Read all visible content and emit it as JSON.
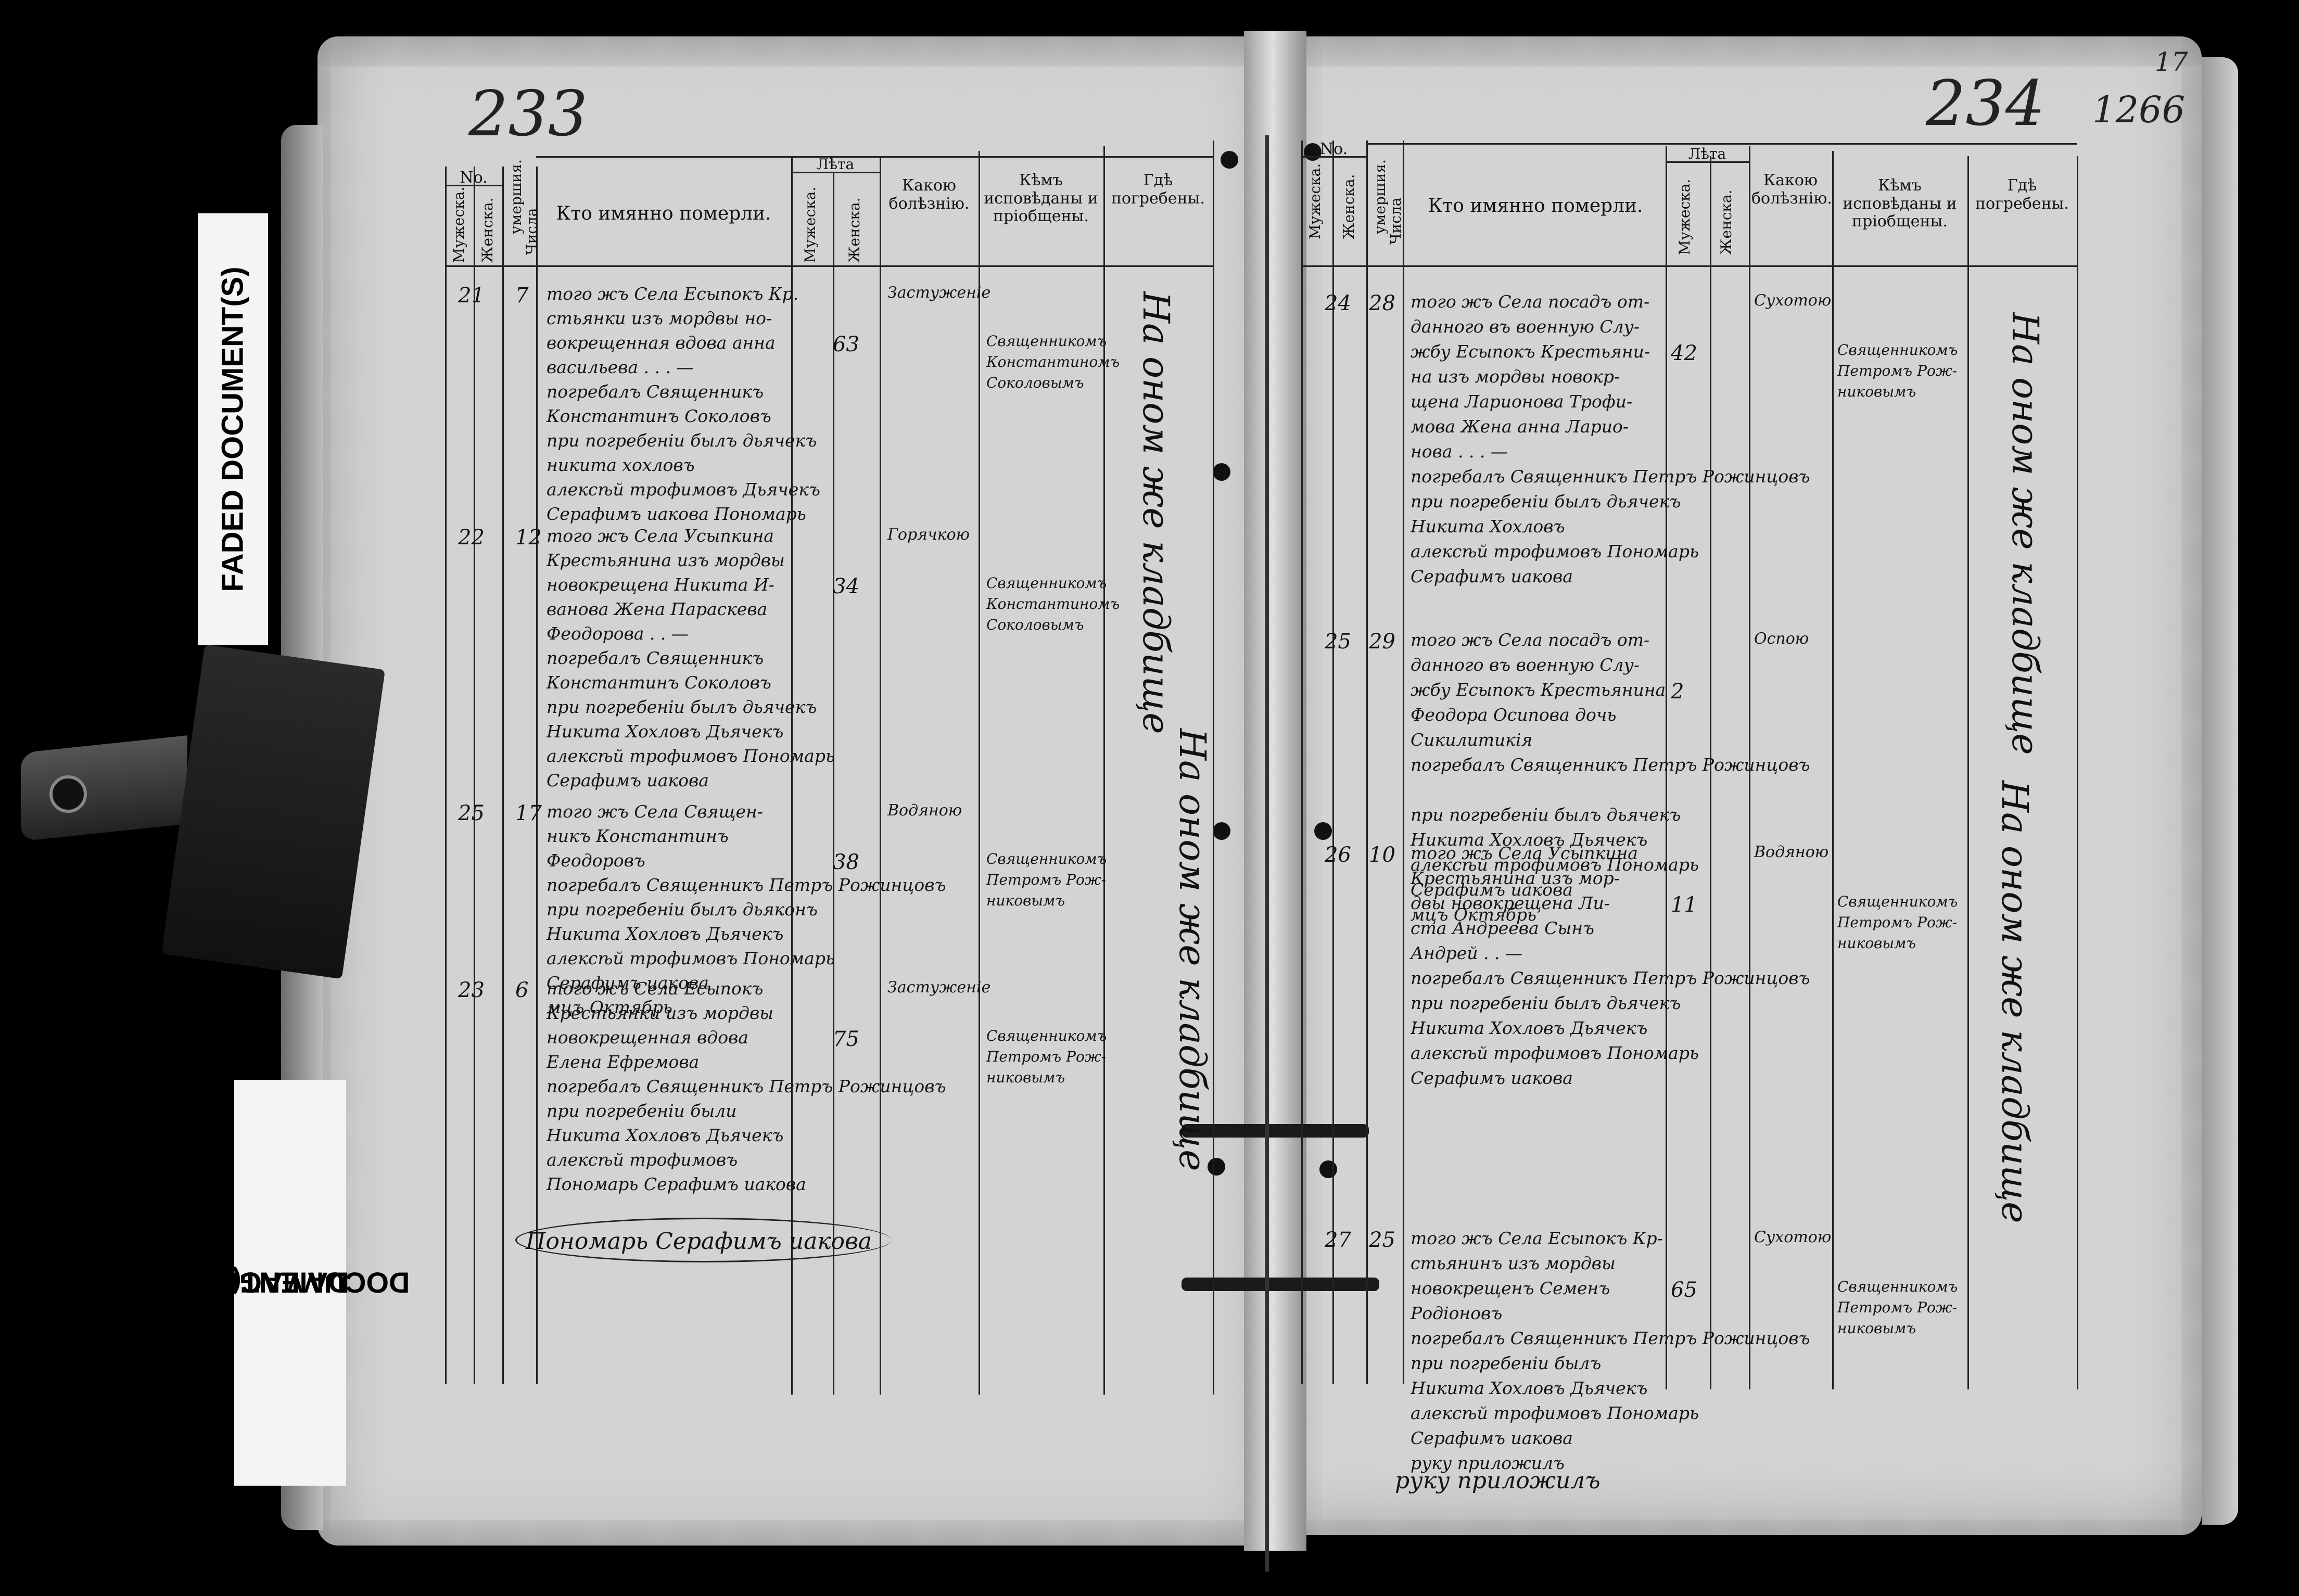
{
  "labels": {
    "faded": "FADED DOCUMENT(S)",
    "damaged_line1": "DAMAGED",
    "damaged_line2": "DOCUMENT(S)"
  },
  "folios": {
    "left": "233",
    "right": "234",
    "right_stamp": "1266",
    "corner": "17"
  },
  "headers": {
    "no": "No.",
    "male": "Мужеска.",
    "female": "Женска.",
    "died_date": "умершия.",
    "date_word": "Числа",
    "who": "Кто имянно померли.",
    "years": "Лѣта",
    "years_male": "Мужеска.",
    "years_female": "Женска.",
    "disease": "Какою болѣзнію.",
    "confessed": "Кѣмъ исповѣданы и пріобщены.",
    "buried": "Гдѣ погребены."
  },
  "left_entries": [
    {
      "num": "21",
      "day": "7",
      "lines": [
        "того жъ Села Есыпокъ Кр.",
        "стьянки изъ мордвы но-",
        "вокрещенная вдова анна",
        "васильева .   .   .   —",
        "погребалъ Священникъ",
        "Константинъ Соколовъ",
        "при погребеніи былъ дьячекъ",
        "никита хохловъ",
        "алексѣй трофимовъ  Дьячекъ",
        "Серафимъ иакова   Пономарь"
      ],
      "age": "63",
      "disease": "Застуженіе",
      "confessed": [
        "Священникомъ",
        "Константиномъ",
        "Соколовымъ"
      ]
    },
    {
      "num": "22",
      "day": "12",
      "lines": [
        "того жъ Села Усыпкина",
        "Крестьянина изъ мордвы",
        "новокрещена Никита И-",
        "ванова Жена Параскева",
        "Феодорова .   .   —",
        "погребалъ Священникъ",
        "Константинъ Соколовъ",
        "при погребеніи былъ дьячекъ",
        "Никита Хохловъ  Дьячекъ",
        "алексѣй трофимовъ  Пономарь",
        "Серафимъ иакова"
      ],
      "age": "34",
      "disease": "Горячкою",
      "confessed": [
        "Священникомъ",
        "Константиномъ",
        "Соколовымъ"
      ]
    },
    {
      "num": "25",
      "day": "17",
      "lines": [
        "того жъ Села Священ-",
        "никъ Константинъ",
        "Феодоровъ",
        "погребалъ Священникъ Петръ Рожинцовъ",
        "при погребеніи былъ дьяконъ",
        "Никита Хохловъ  Дьячекъ",
        "алексѣй трофимовъ  Пономарь",
        "Серафимъ иакова",
        "мцъ Октябрь"
      ],
      "age": "38",
      "disease": "Водяною",
      "confessed": [
        "Священникомъ",
        "Петромъ Рож-",
        "никовымъ"
      ]
    },
    {
      "num": "23",
      "day": "6",
      "lines": [
        "того жъ Села Есыпокъ",
        "Крестьянки изъ мордвы",
        "новокрещенная вдова",
        "Елена Ефремова",
        "погребалъ Священникъ Петръ Рожинцовъ",
        "при погребеніи были",
        "Никита Хохловъ Дьячекъ",
        "алексѣй трофимовъ",
        "Пономарь Серафимъ иакова"
      ],
      "age": "75",
      "disease": "Застуженіе",
      "confessed": [
        "Священникомъ",
        "Петромъ Рож-",
        "никовымъ"
      ]
    }
  ],
  "right_entries": [
    {
      "num": "24",
      "day": "28",
      "lines": [
        "того жъ Села посадъ от-",
        "данного въ военную Слу-",
        "жбу Есыпокъ Крестьяни-",
        "на изъ мордвы новокр-",
        "щена Ларионова Трофи-",
        "мова Жена анна Ларио-",
        "нова .   .   .   —",
        "погребалъ Священникъ Петръ Рожинцовъ",
        "при погребеніи былъ дьячекъ",
        "Никита Хохловъ",
        "алексѣй трофимовъ  Пономарь",
        "Серафимъ иакова"
      ],
      "age": "42",
      "disease": "Сухотою",
      "confessed": [
        "Священникомъ",
        "Петромъ Рож-",
        "никовымъ"
      ]
    },
    {
      "num": "25",
      "day": "29",
      "lines": [
        "того жъ Села посадъ от-",
        "данного въ военную Слу-",
        "жбу Есыпокъ Крестьянина",
        "Феодора Осипова дочь",
        "Сикилитикія",
        "погребалъ Священникъ Петръ Рожинцовъ",
        "",
        "при погребеніи былъ дьячекъ",
        "Никита Хохловъ Дьячекъ",
        "алексѣй трофимовъ  Пономарь",
        "Серафимъ иакова",
        "мцъ Октябрь"
      ],
      "age": "2",
      "disease": "Оспою",
      "confessed": []
    },
    {
      "num": "26",
      "day": "10",
      "lines": [
        "того жъ Села Усыпкина",
        "Крестьянина изъ мор-",
        "двы новокрещена Ли-",
        "ста Андреева Сынъ",
        "Андрей .   .   —",
        "погребалъ Священникъ Петръ Рожинцовъ",
        "при погребеніи былъ дьячекъ",
        "Никита Хохловъ Дьячекъ",
        "алексѣй трофимовъ  Пономарь",
        "Серафимъ иакова"
      ],
      "age": "11",
      "disease": "Водяною",
      "confessed": [
        "Священникомъ",
        "Петромъ Рож-",
        "никовымъ"
      ]
    },
    {
      "num": "27",
      "day": "25",
      "lines": [
        "того жъ Села Есыпокъ Кр-",
        "стьянинъ изъ мордвы",
        "новокрещенъ Семенъ",
        "Родіоновъ",
        "погребалъ Священникъ Петръ Рожинцовъ",
        "при погребеніи былъ",
        "Никита Хохловъ Дьячекъ",
        "алексѣй трофимовъ  Пономарь",
        "Серафимъ иакова",
        "руку приложилъ"
      ],
      "age": "65",
      "disease": "Сухотою",
      "confessed": [
        "Священникомъ",
        "Петромъ Рож-",
        "никовымъ"
      ]
    }
  ],
  "margin_notes": {
    "left_col": "На оном же кладбище",
    "left_col2": "На оном же кладбище",
    "right_col": "На оном же кладбище",
    "right_col2": "На оном же кладбище",
    "bottom_left": "Пономарь Серафимъ иакова",
    "bottom_right": "руку приложилъ"
  }
}
